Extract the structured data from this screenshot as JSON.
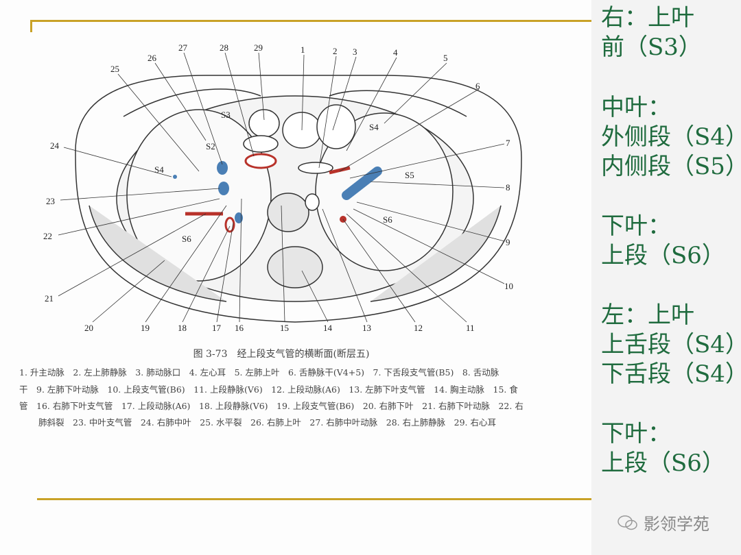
{
  "figure": {
    "title": "图 3-73　经上段支气管的横断面(断层五)",
    "legend_lines": [
      "1. 升主动脉　2. 左上肺静脉　3. 肺动脉口　4. 左心耳　5. 左肺上叶　6. 舌静脉干(V4+5)　7. 下舌段支气管(B5)　8. 舌动脉",
      "干　9. 左肺下叶动脉　10. 上段支气管(B6)　11. 上段静脉(V6)　12. 上段动脉(A6)　13. 左肺下叶支气管　14. 胸主动脉　15. 食",
      "管　16. 右肺下叶支气管　17. 上段动脉(A6)　18. 上段静脉(V6)　19. 上段支气管(B6)　20. 右肺下叶　21. 右肺下叶动脉　22. 右",
      "肺斜裂　23. 中叶支气管　24. 右肺中叶　25. 水平裂　26. 右肺上叶　27. 右肺中叶动脉　28. 右上肺静脉　29. 右心耳"
    ],
    "labels": [
      "1",
      "2",
      "3",
      "4",
      "5",
      "6",
      "7",
      "8",
      "9",
      "10",
      "11",
      "12",
      "13",
      "14",
      "15",
      "16",
      "17",
      "18",
      "19",
      "20",
      "21",
      "22",
      "23",
      "24",
      "25",
      "26",
      "27",
      "28",
      "29"
    ],
    "segments": [
      "S3",
      "S2",
      "S4",
      "S4",
      "S5",
      "S6",
      "S6"
    ]
  },
  "panel": {
    "lines": [
      "右：上叶",
      "前（S3）",
      "中叶：",
      "外侧段（S4）",
      "内侧段（S5）",
      "下叶：",
      "上段（S6）",
      "左：上叶",
      "上舌段（S4）",
      "下舌段（S4）",
      "下叶：",
      "上段（S6）"
    ]
  },
  "watermark": "影领学苑",
  "colors": {
    "accent_text": "#1f6b3e",
    "rule": "#c9a227",
    "vein": "#4a7fb5",
    "artery": "#b8322a"
  }
}
